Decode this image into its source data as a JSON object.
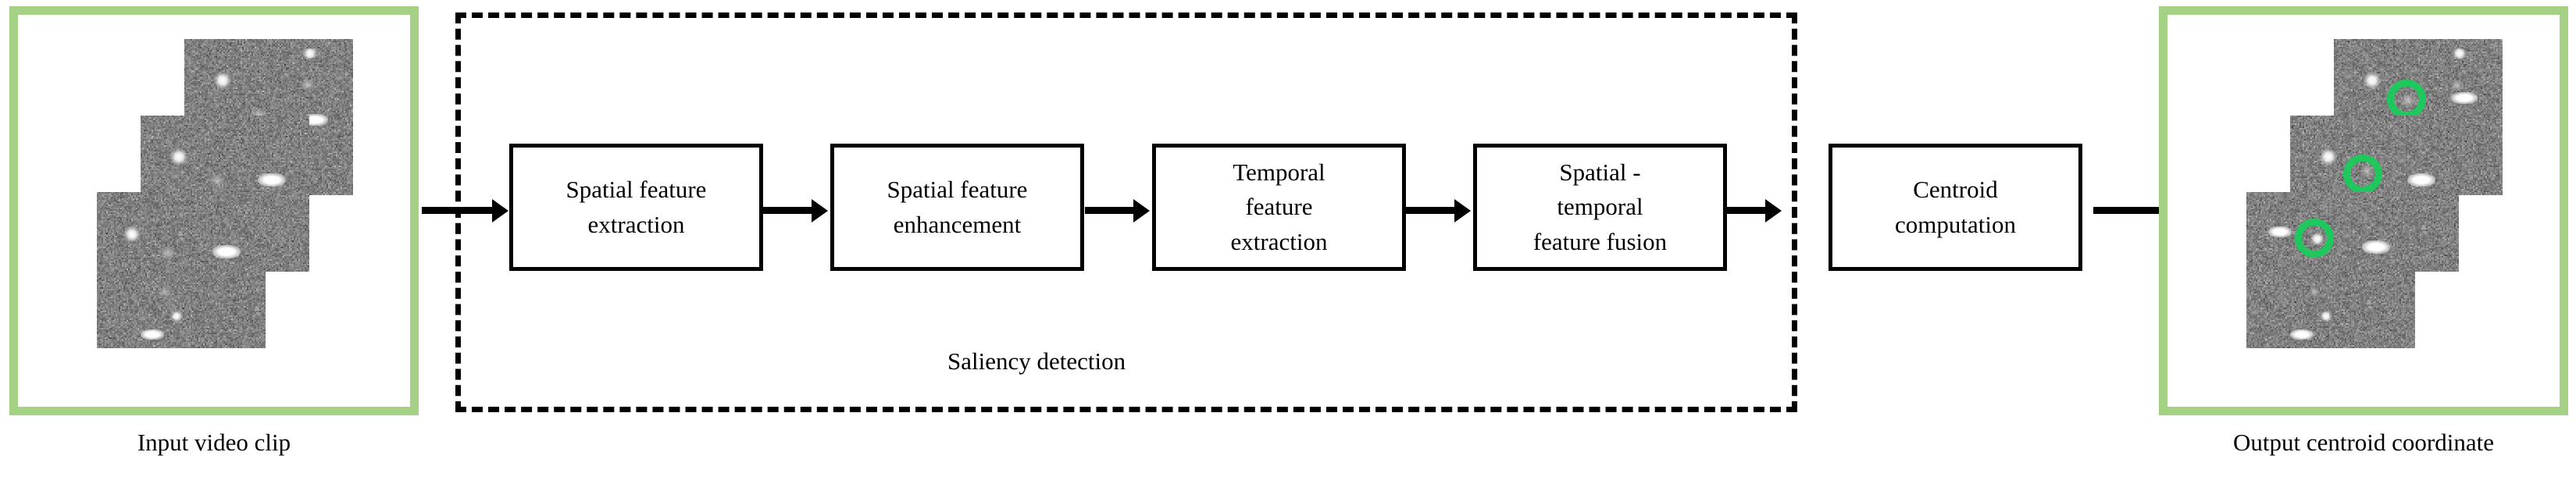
{
  "figure": {
    "type": "pipeline-block-diagram",
    "background": "#ffffff",
    "accent_green_frame": "#A5D185",
    "accent_green_marker": "#1FC85C",
    "line_color": "#000000"
  },
  "input_panel": {
    "caption": "Input video clip",
    "frame_color": "#A5D185",
    "frames_count": 3
  },
  "output_panel": {
    "caption": "Output centroid coordinate",
    "frame_color": "#A5D185",
    "frames_count": 3,
    "marker_color": "#1FC85C",
    "markers_count": 3
  },
  "saliency_region": {
    "label": "Saliency detection",
    "border_style": "dashed"
  },
  "pipeline": {
    "stages": [
      {
        "id": "spatial-feature-extraction",
        "label": "Spatial feature\nextraction"
      },
      {
        "id": "spatial-feature-enhancement",
        "label": "Spatial feature\nenhancement"
      },
      {
        "id": "temporal-feature-extraction",
        "label": "Temporal\nfeature\nextraction"
      },
      {
        "id": "spatial-temporal-feature-fusion",
        "label": "Spatial -\ntemporal\nfeature fusion"
      },
      {
        "id": "centroid-computation",
        "label": "Centroid\ncomputation"
      }
    ],
    "arrows": [
      {
        "id": "arrow-input-to-stage1"
      },
      {
        "id": "arrow-stage1-to-stage2"
      },
      {
        "id": "arrow-stage2-to-stage3"
      },
      {
        "id": "arrow-stage3-to-stage4"
      },
      {
        "id": "arrow-stage4-to-stage5"
      },
      {
        "id": "arrow-stage5-to-output"
      }
    ]
  }
}
